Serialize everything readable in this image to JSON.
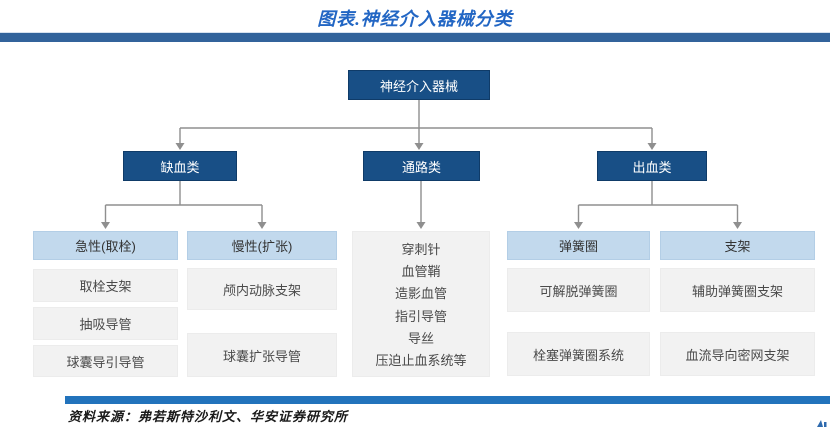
{
  "title": "图表.神经介入器械分类",
  "source": "资料来源：弗若斯特沙利文、华安证券研究所",
  "colors": {
    "title_blue": "#2266C4",
    "top_bar_blue": "#32639B",
    "bottom_bar_blue": "#2273BC",
    "node_dark_blue": "#184F86",
    "node_light_blue": "#C2D9ED",
    "node_gray": "#F2F2F2",
    "arrow_gray": "#8F8F8F"
  },
  "tree": {
    "root": "神经介入器械",
    "branches": [
      {
        "label": "缺血类",
        "children": [
          {
            "label": "急性(取栓)",
            "items": [
              "取栓支架",
              "抽吸导管",
              "球囊导引导管"
            ]
          },
          {
            "label": "慢性(扩张)",
            "items": [
              "颅内动脉支架",
              "球囊扩张导管"
            ]
          }
        ]
      },
      {
        "label": "通路类",
        "items": [
          "穿刺针",
          "血管鞘",
          "造影血管",
          "指引导管",
          "导丝",
          "压迫止血系统等"
        ]
      },
      {
        "label": "出血类",
        "children": [
          {
            "label": "弹簧圈",
            "items": [
              "可解脱弹簧圈",
              "栓塞弹簧圈系统"
            ]
          },
          {
            "label": "支架",
            "items": [
              "辅助弹簧圈支架",
              "血流导向密网支架"
            ]
          }
        ]
      }
    ]
  }
}
